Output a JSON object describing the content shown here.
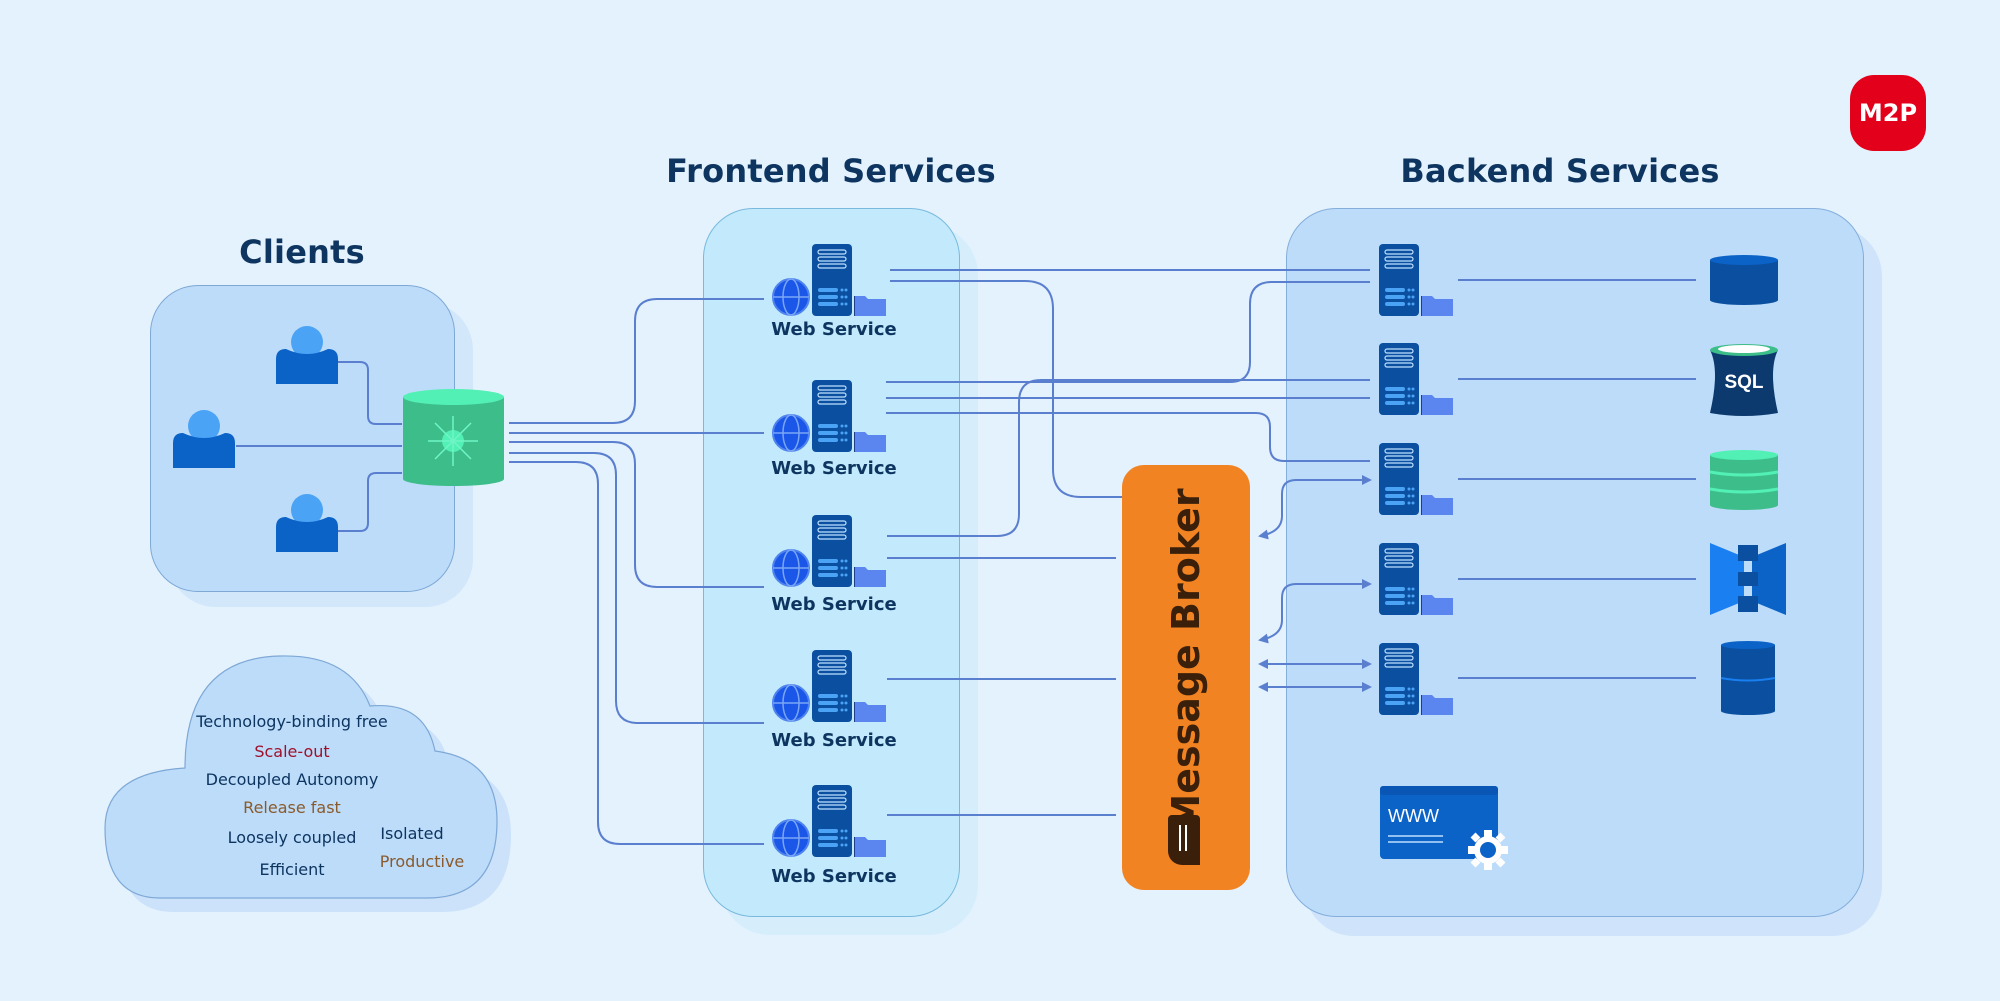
{
  "logo": {
    "text": "M2P",
    "color": "#e2001a"
  },
  "sections": {
    "clients": {
      "title": "Clients"
    },
    "frontend": {
      "title": "Frontend Services"
    },
    "backend": {
      "title": "Backend Services"
    }
  },
  "clients": {
    "users": [
      {
        "icon": "user-icon"
      },
      {
        "icon": "user-icon"
      },
      {
        "icon": "user-icon"
      }
    ],
    "gateway": {
      "icon": "load-balancer-icon"
    }
  },
  "frontend_services": [
    {
      "label": "Web Service"
    },
    {
      "label": "Web Service"
    },
    {
      "label": "Web Service"
    },
    {
      "label": "Web Service"
    },
    {
      "label": "Web Service"
    }
  ],
  "message_broker": {
    "label": "Message Broker",
    "icon": "queue-icon",
    "color": "#f28322"
  },
  "backend_services": [
    {
      "server_icon": "server-icon",
      "datastore_icon": "database-icon"
    },
    {
      "server_icon": "server-icon",
      "datastore_icon": "sql-database-icon",
      "datastore_label": "SQL"
    },
    {
      "server_icon": "server-icon",
      "datastore_icon": "stacked-database-icon"
    },
    {
      "server_icon": "server-icon",
      "datastore_icon": "storage-gateway-icon"
    },
    {
      "server_icon": "server-icon",
      "datastore_icon": "two-tier-database-icon"
    }
  ],
  "web_config": {
    "label": "WWW",
    "icon": "web-settings-icon"
  },
  "cloud": {
    "items": [
      {
        "text": "Technology-binding free",
        "color": "#0d3560"
      },
      {
        "text": "Scale-out",
        "color": "#a0102a"
      },
      {
        "text": "Decoupled Autonomy",
        "color": "#0d3560"
      },
      {
        "text": "Release fast",
        "color": "#8a5a2b"
      },
      {
        "text": "Loosely coupled",
        "color": "#0d3560"
      },
      {
        "text": "Efficient",
        "color": "#0d3560"
      },
      {
        "text": "Isolated",
        "color": "#0d3560"
      },
      {
        "text": "Productive",
        "color": "#8a5a2b"
      }
    ]
  },
  "colors": {
    "background": "#e4f2fd",
    "title": "#0d3560",
    "connector": "#5b7fcf",
    "server": "#0a4fa0",
    "green": "#3dbd8a"
  }
}
